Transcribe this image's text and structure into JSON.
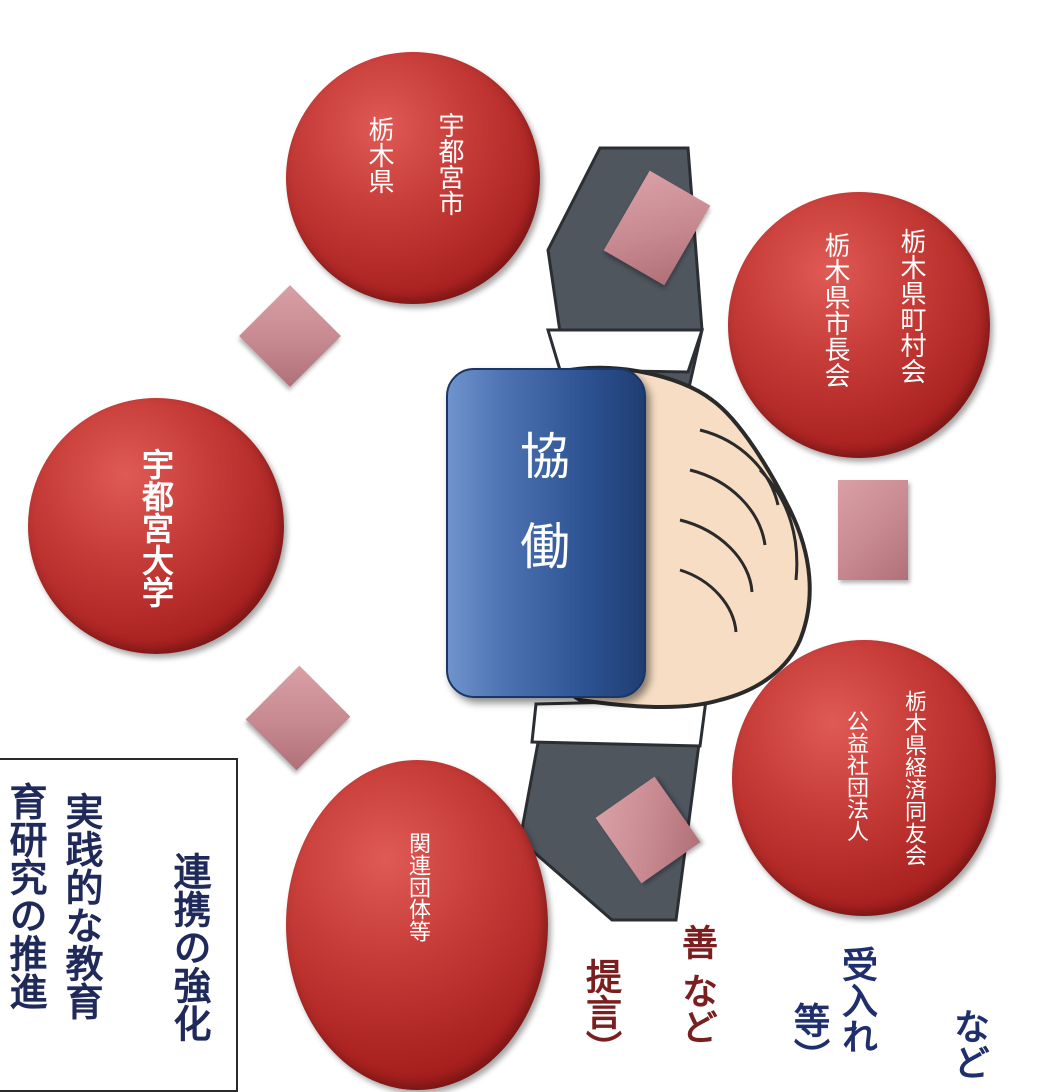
{
  "hub": {
    "label": "協働"
  },
  "nodes": {
    "utsunomiya_university": "宇都宮大学",
    "tochigi_pref": "栃木県",
    "utsunomiya_city": "宇都宮市",
    "mayors_assoc": "栃木県市長会",
    "town_village_assoc": "栃木県町村会",
    "public_interest_corp": "公益社団法人",
    "economic_doyukai": "栃木県経済同友会",
    "related_orgs": "関連団体等"
  },
  "left_box": {
    "line1": "育研究の推進",
    "line2": "実践的な教育",
    "line3": "連携の強化"
  },
  "bottom_fragments": {
    "f1": "提言）",
    "f2": "善 など",
    "f3": "等）",
    "f4": "受入れ",
    "f5": "など"
  },
  "colors": {
    "circle_red": "#b72c2a",
    "hub_blue": "#2d5393",
    "connector_pink": "#c78990",
    "fragment_maroon": "#7a1f1f",
    "fragment_navy": "#1f2f6e",
    "left_text_navy": "#1f2a5a"
  }
}
